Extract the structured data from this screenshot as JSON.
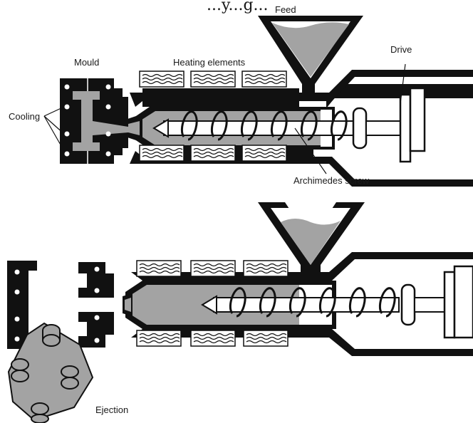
{
  "header": {
    "partial_title": "...y...g..."
  },
  "labels": {
    "feed": "Feed",
    "mould": "Mould",
    "heating": "Heating elements",
    "drive": "Drive",
    "cooling": "Cooling",
    "screw": "Archimedes screw",
    "ejection": "Ejection"
  },
  "colors": {
    "ink": "#111111",
    "plastic": "#a3a3a3",
    "paper": "#ffffff"
  }
}
